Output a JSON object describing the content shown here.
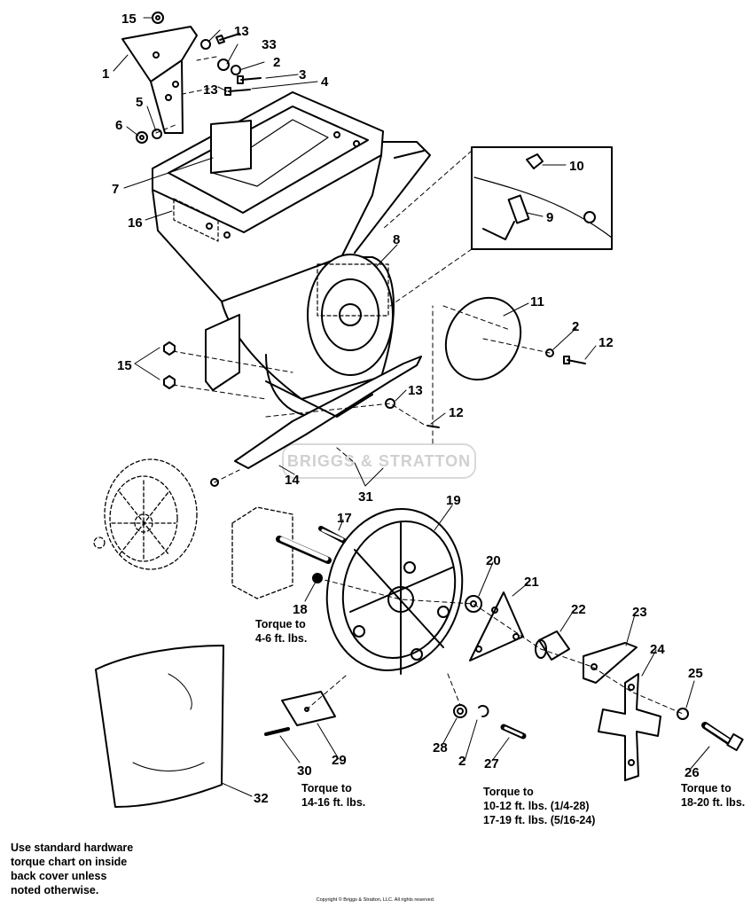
{
  "watermark": "BRIGGS & STRATTON",
  "callouts": [
    {
      "id": "c15a",
      "label": "15"
    },
    {
      "id": "c13a",
      "label": "13"
    },
    {
      "id": "c33",
      "label": "33"
    },
    {
      "id": "c2a",
      "label": "2"
    },
    {
      "id": "c3",
      "label": "3"
    },
    {
      "id": "c4",
      "label": "4"
    },
    {
      "id": "c1",
      "label": "1"
    },
    {
      "id": "c13b",
      "label": "13"
    },
    {
      "id": "c5",
      "label": "5"
    },
    {
      "id": "c6",
      "label": "6"
    },
    {
      "id": "c7",
      "label": "7"
    },
    {
      "id": "c16",
      "label": "16"
    },
    {
      "id": "c10",
      "label": "10"
    },
    {
      "id": "c9",
      "label": "9"
    },
    {
      "id": "c8",
      "label": "8"
    },
    {
      "id": "c11",
      "label": "11"
    },
    {
      "id": "c2b",
      "label": "2"
    },
    {
      "id": "c12a",
      "label": "12"
    },
    {
      "id": "c15b",
      "label": "15"
    },
    {
      "id": "c13c",
      "label": "13"
    },
    {
      "id": "c12b",
      "label": "12"
    },
    {
      "id": "c14",
      "label": "14"
    },
    {
      "id": "c31",
      "label": "31"
    },
    {
      "id": "c19",
      "label": "19"
    },
    {
      "id": "c17",
      "label": "17"
    },
    {
      "id": "c18",
      "label": "18"
    },
    {
      "id": "c20",
      "label": "20"
    },
    {
      "id": "c21",
      "label": "21"
    },
    {
      "id": "c22",
      "label": "22"
    },
    {
      "id": "c23",
      "label": "23"
    },
    {
      "id": "c24",
      "label": "24"
    },
    {
      "id": "c25",
      "label": "25"
    },
    {
      "id": "c28",
      "label": "28"
    },
    {
      "id": "c2c",
      "label": "2"
    },
    {
      "id": "c27",
      "label": "27"
    },
    {
      "id": "c26",
      "label": "26"
    },
    {
      "id": "c29",
      "label": "29"
    },
    {
      "id": "c30",
      "label": "30"
    },
    {
      "id": "c32",
      "label": "32"
    }
  ],
  "torque_notes": {
    "t18": [
      "Torque to",
      "4-6 ft. lbs."
    ],
    "t30": [
      "Torque to",
      "14-16 ft. lbs."
    ],
    "t27": [
      "Torque to",
      "10-12 ft. lbs. (1/4-28)",
      "17-19 ft. lbs. (5/16-24)"
    ],
    "t26": [
      "Torque to",
      "18-20 ft. lbs."
    ]
  },
  "hardware_note": [
    "Use standard hardware",
    "torque chart on inside",
    "back cover unless",
    "noted otherwise."
  ],
  "copyright": "Copyright © Briggs & Stratton, LLC. All rights reserved."
}
